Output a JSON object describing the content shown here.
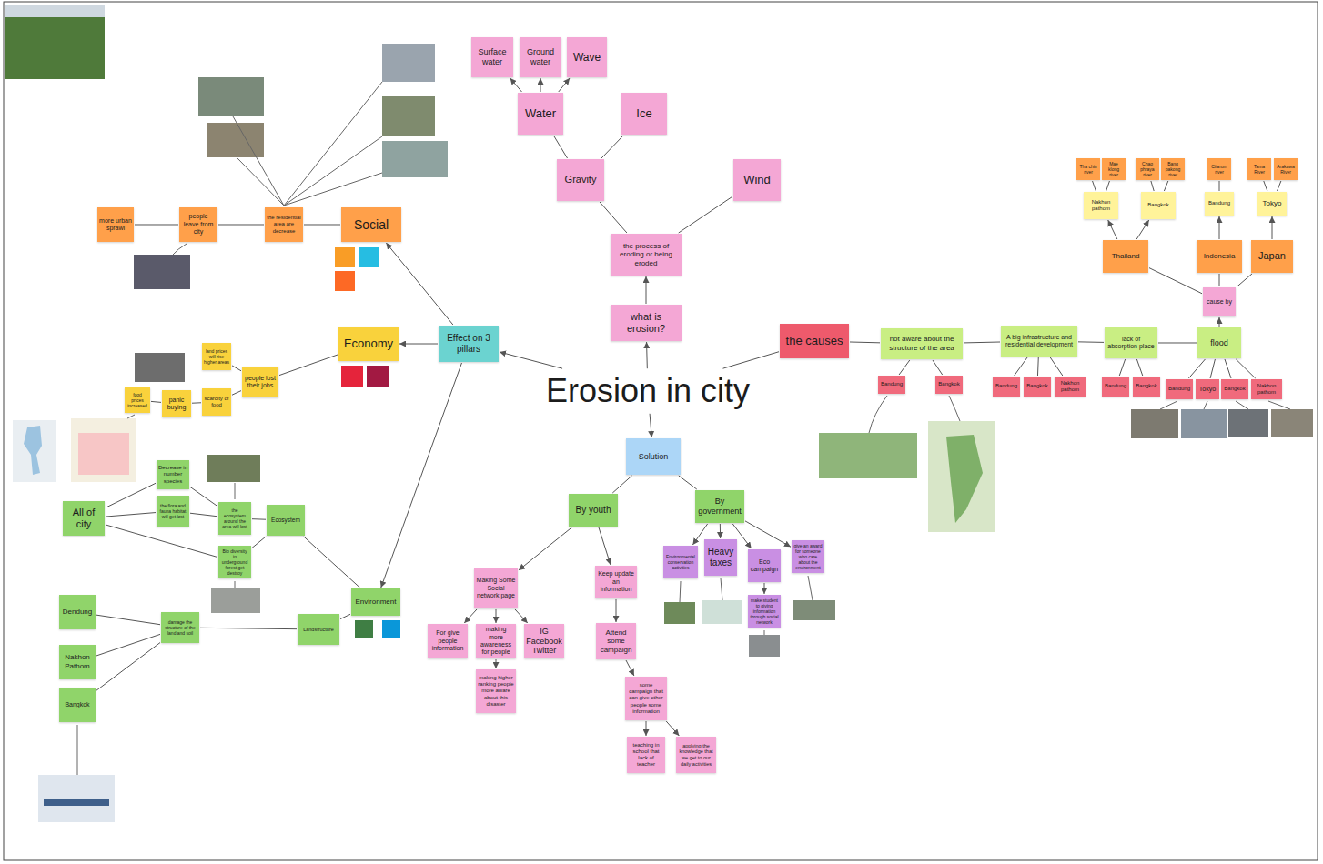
{
  "diagram": {
    "nodes": [
      {
        "text": [
          "Erosion in city"
        ]
      },
      {
        "text": [
          "what is erosion?"
        ]
      },
      {
        "text": [
          "the process of eroding or being eroded"
        ]
      },
      {
        "text": [
          "Gravity"
        ]
      },
      {
        "text": [
          "Wind"
        ]
      },
      {
        "text": [
          "Water"
        ]
      },
      {
        "text": [
          "Ice"
        ]
      },
      {
        "text": [
          "Surface water"
        ]
      },
      {
        "text": [
          "Ground water"
        ]
      },
      {
        "text": [
          "Wave"
        ]
      },
      {
        "text": [
          "the causes"
        ]
      },
      {
        "text": [
          "not aware about the structure of the area"
        ]
      },
      {
        "text": [
          "Bandung"
        ]
      },
      {
        "text": [
          "Bangkok"
        ]
      },
      {
        "text": [
          "A big infrastructure and residential development"
        ]
      },
      {
        "text": [
          "Bandung"
        ]
      },
      {
        "text": [
          "Bangkok"
        ]
      },
      {
        "text": [
          "Nakhon pathom"
        ]
      },
      {
        "text": [
          "lack of absorption place"
        ]
      },
      {
        "text": [
          "Bandung"
        ]
      },
      {
        "text": [
          "Bangkok"
        ]
      },
      {
        "text": [
          "flood"
        ]
      },
      {
        "text": [
          "Bandung"
        ]
      },
      {
        "text": [
          "Tokyo"
        ]
      },
      {
        "text": [
          "Bangkok"
        ]
      },
      {
        "text": [
          "Nakhon pathom"
        ]
      },
      {
        "text": [
          "cause by"
        ]
      },
      {
        "text": [
          "Thailand"
        ]
      },
      {
        "text": [
          "Indonesia"
        ]
      },
      {
        "text": [
          "Japan"
        ]
      },
      {
        "text": [
          "Nakhon pathom"
        ]
      },
      {
        "text": [
          "Bangkok"
        ]
      },
      {
        "text": [
          "Bandung"
        ]
      },
      {
        "text": [
          "Tokyo"
        ]
      },
      {
        "text": [
          "Tha chin river"
        ]
      },
      {
        "text": [
          "Mae klong river"
        ]
      },
      {
        "text": [
          "Chao phraya river"
        ]
      },
      {
        "text": [
          "Bang pakong river"
        ]
      },
      {
        "text": [
          "Citarum river"
        ]
      },
      {
        "text": [
          "Tama River"
        ]
      },
      {
        "text": [
          "Arakawa River"
        ]
      },
      {
        "text": [
          "Solution"
        ]
      },
      {
        "text": [
          "By youth"
        ]
      },
      {
        "text": [
          "By government"
        ]
      },
      {
        "text": [
          "Making Some Social network page"
        ]
      },
      {
        "text": [
          "Keep update an information"
        ]
      },
      {
        "text": [
          "For give people information"
        ]
      },
      {
        "text": [
          "making more awareness for people"
        ]
      },
      {
        "text": [
          "IG Facebook Twitter"
        ]
      },
      {
        "text": [
          "making higher ranking people more aware about this disaster"
        ]
      },
      {
        "text": [
          "Attend some campaign"
        ]
      },
      {
        "text": [
          "some campaign that can give other people some information"
        ]
      },
      {
        "text": [
          "teaching in school that lack of teacher"
        ]
      },
      {
        "text": [
          "applying the knowledge that we get to our daily activities"
        ]
      },
      {
        "text": [
          "Environmental conservation activities"
        ]
      },
      {
        "text": [
          "Heavy taxes"
        ]
      },
      {
        "text": [
          "Eco campaign"
        ]
      },
      {
        "text": [
          "give an award for someone who care about the environment"
        ]
      },
      {
        "text": [
          "make student to giving information through social network"
        ]
      },
      {
        "text": [
          "Effect on 3 pillars"
        ]
      },
      {
        "text": [
          "Social"
        ]
      },
      {
        "text": [
          "Economy"
        ]
      },
      {
        "text": [
          "Environment"
        ]
      },
      {
        "text": [
          "the residential area are decrease"
        ]
      },
      {
        "text": [
          "people leave from city"
        ]
      },
      {
        "text": [
          "more urban sprawl"
        ]
      },
      {
        "text": [
          "people lost their jobs"
        ]
      },
      {
        "text": [
          "land prices will rise higher areas"
        ]
      },
      {
        "text": [
          "scarcity of food"
        ]
      },
      {
        "text": [
          "panic buying"
        ]
      },
      {
        "text": [
          "food prices increased"
        ]
      },
      {
        "text": [
          "Ecosystem"
        ]
      },
      {
        "text": [
          "Landstructure"
        ]
      },
      {
        "text": [
          "All of city"
        ]
      },
      {
        "text": [
          "Decrease in number species"
        ]
      },
      {
        "text": [
          "the flora and fauna habitat will get lost"
        ]
      },
      {
        "text": [
          "the ecosystem around the area will lost"
        ]
      },
      {
        "text": [
          "Bio diversity in underground forest get destroy"
        ]
      },
      {
        "text": [
          "damage the structure of the land and soil"
        ]
      },
      {
        "text": [
          "Dendung"
        ]
      },
      {
        "text": [
          "Nakhon Pathom"
        ]
      },
      {
        "text": [
          "Bangkok"
        ]
      }
    ],
    "edges": [
      {
        "from": 0,
        "to": 1,
        "arrow": "to"
      },
      {
        "from": 1,
        "to": 2,
        "arrow": "to"
      },
      {
        "from": 2,
        "to": 3,
        "arrow": "none"
      },
      {
        "from": 2,
        "to": 4,
        "arrow": "none"
      },
      {
        "from": 3,
        "to": 5,
        "arrow": "none"
      },
      {
        "from": 3,
        "to": 6,
        "arrow": "none"
      },
      {
        "from": 5,
        "to": 7,
        "arrow": "to"
      },
      {
        "from": 5,
        "to": 8,
        "arrow": "to"
      },
      {
        "from": 5,
        "to": 9,
        "arrow": "to"
      },
      {
        "from": 0,
        "to": 10,
        "arrow": "none"
      },
      {
        "from": 10,
        "to": 11,
        "arrow": "none"
      },
      {
        "from": 11,
        "to": 14,
        "arrow": "none"
      },
      {
        "from": 14,
        "to": 18,
        "arrow": "none"
      },
      {
        "from": 18,
        "to": 21,
        "arrow": "none"
      },
      {
        "from": 11,
        "to": 12,
        "arrow": "none"
      },
      {
        "from": 11,
        "to": 13,
        "arrow": "none"
      },
      {
        "from": 14,
        "to": 15,
        "arrow": "none"
      },
      {
        "from": 14,
        "to": 16,
        "arrow": "none"
      },
      {
        "from": 14,
        "to": 17,
        "arrow": "none"
      },
      {
        "from": 18,
        "to": 19,
        "arrow": "none"
      },
      {
        "from": 18,
        "to": 20,
        "arrow": "none"
      },
      {
        "from": 21,
        "to": 22,
        "arrow": "none"
      },
      {
        "from": 21,
        "to": 23,
        "arrow": "none"
      },
      {
        "from": 21,
        "to": 24,
        "arrow": "none"
      },
      {
        "from": 21,
        "to": 25,
        "arrow": "none"
      },
      {
        "from": 21,
        "to": 26,
        "arrow": "to"
      },
      {
        "from": 26,
        "to": 27,
        "arrow": "none"
      },
      {
        "from": 26,
        "to": 28,
        "arrow": "none"
      },
      {
        "from": 26,
        "to": 29,
        "arrow": "none"
      },
      {
        "from": 27,
        "to": 30,
        "arrow": "to"
      },
      {
        "from": 27,
        "to": 31,
        "arrow": "to"
      },
      {
        "from": 28,
        "to": 32,
        "arrow": "to"
      },
      {
        "from": 29,
        "to": 33,
        "arrow": "to"
      },
      {
        "from": 30,
        "to": 34,
        "arrow": "none"
      },
      {
        "from": 30,
        "to": 35,
        "arrow": "none"
      },
      {
        "from": 31,
        "to": 36,
        "arrow": "none"
      },
      {
        "from": 31,
        "to": 37,
        "arrow": "none"
      },
      {
        "from": 32,
        "to": 38,
        "arrow": "none"
      },
      {
        "from": 33,
        "to": 39,
        "arrow": "none"
      },
      {
        "from": 33,
        "to": 40,
        "arrow": "none"
      },
      {
        "from": 0,
        "to": 41,
        "arrow": "to"
      },
      {
        "from": 41,
        "to": 42,
        "arrow": "none"
      },
      {
        "from": 41,
        "to": 43,
        "arrow": "none"
      },
      {
        "from": 42,
        "to": 44,
        "arrow": "to"
      },
      {
        "from": 42,
        "to": 45,
        "arrow": "to"
      },
      {
        "from": 44,
        "to": 46,
        "arrow": "to"
      },
      {
        "from": 44,
        "to": 47,
        "arrow": "to"
      },
      {
        "from": 44,
        "to": 48,
        "arrow": "to"
      },
      {
        "from": 47,
        "to": 49,
        "arrow": "to"
      },
      {
        "from": 45,
        "to": 50,
        "arrow": "to"
      },
      {
        "from": 50,
        "to": 51,
        "arrow": "to"
      },
      {
        "from": 51,
        "to": 52,
        "arrow": "to"
      },
      {
        "from": 51,
        "to": 53,
        "arrow": "to"
      },
      {
        "from": 43,
        "to": 54,
        "arrow": "to"
      },
      {
        "from": 43,
        "to": 55,
        "arrow": "to"
      },
      {
        "from": 43,
        "to": 56,
        "arrow": "to"
      },
      {
        "from": 43,
        "to": 57,
        "arrow": "to"
      },
      {
        "from": 56,
        "to": 58,
        "arrow": "to"
      },
      {
        "from": 0,
        "to": 59,
        "arrow": "to"
      },
      {
        "from": 59,
        "to": 60,
        "arrow": "to"
      },
      {
        "from": 59,
        "to": 61,
        "arrow": "to"
      },
      {
        "from": 59,
        "to": 62,
        "arrow": "to"
      },
      {
        "from": 60,
        "to": 63,
        "arrow": "none"
      },
      {
        "from": 63,
        "to": 64,
        "arrow": "none"
      },
      {
        "from": 64,
        "to": 65,
        "arrow": "none"
      },
      {
        "from": 61,
        "to": 66,
        "arrow": "none"
      },
      {
        "from": 66,
        "to": 67,
        "arrow": "none"
      },
      {
        "from": 66,
        "to": 68,
        "arrow": "none"
      },
      {
        "from": 68,
        "to": 69,
        "arrow": "none"
      },
      {
        "from": 69,
        "to": 70,
        "arrow": "none"
      },
      {
        "from": 62,
        "to": 71,
        "arrow": "none"
      },
      {
        "from": 62,
        "to": 72,
        "arrow": "none"
      },
      {
        "from": 71,
        "to": 76,
        "arrow": "none"
      },
      {
        "from": 71,
        "to": 77,
        "arrow": "none"
      },
      {
        "from": 73,
        "to": 74,
        "arrow": "none"
      },
      {
        "from": 73,
        "to": 75,
        "arrow": "none"
      },
      {
        "from": 73,
        "to": 77,
        "arrow": "none"
      },
      {
        "from": 74,
        "to": 76,
        "arrow": "none"
      },
      {
        "from": 75,
        "to": 76,
        "arrow": "none"
      },
      {
        "from": 72,
        "to": 78,
        "arrow": "none"
      },
      {
        "from": 78,
        "to": 79,
        "arrow": "none"
      },
      {
        "from": 78,
        "to": 80,
        "arrow": "none"
      },
      {
        "from": 78,
        "to": 81,
        "arrow": "none"
      }
    ]
  }
}
